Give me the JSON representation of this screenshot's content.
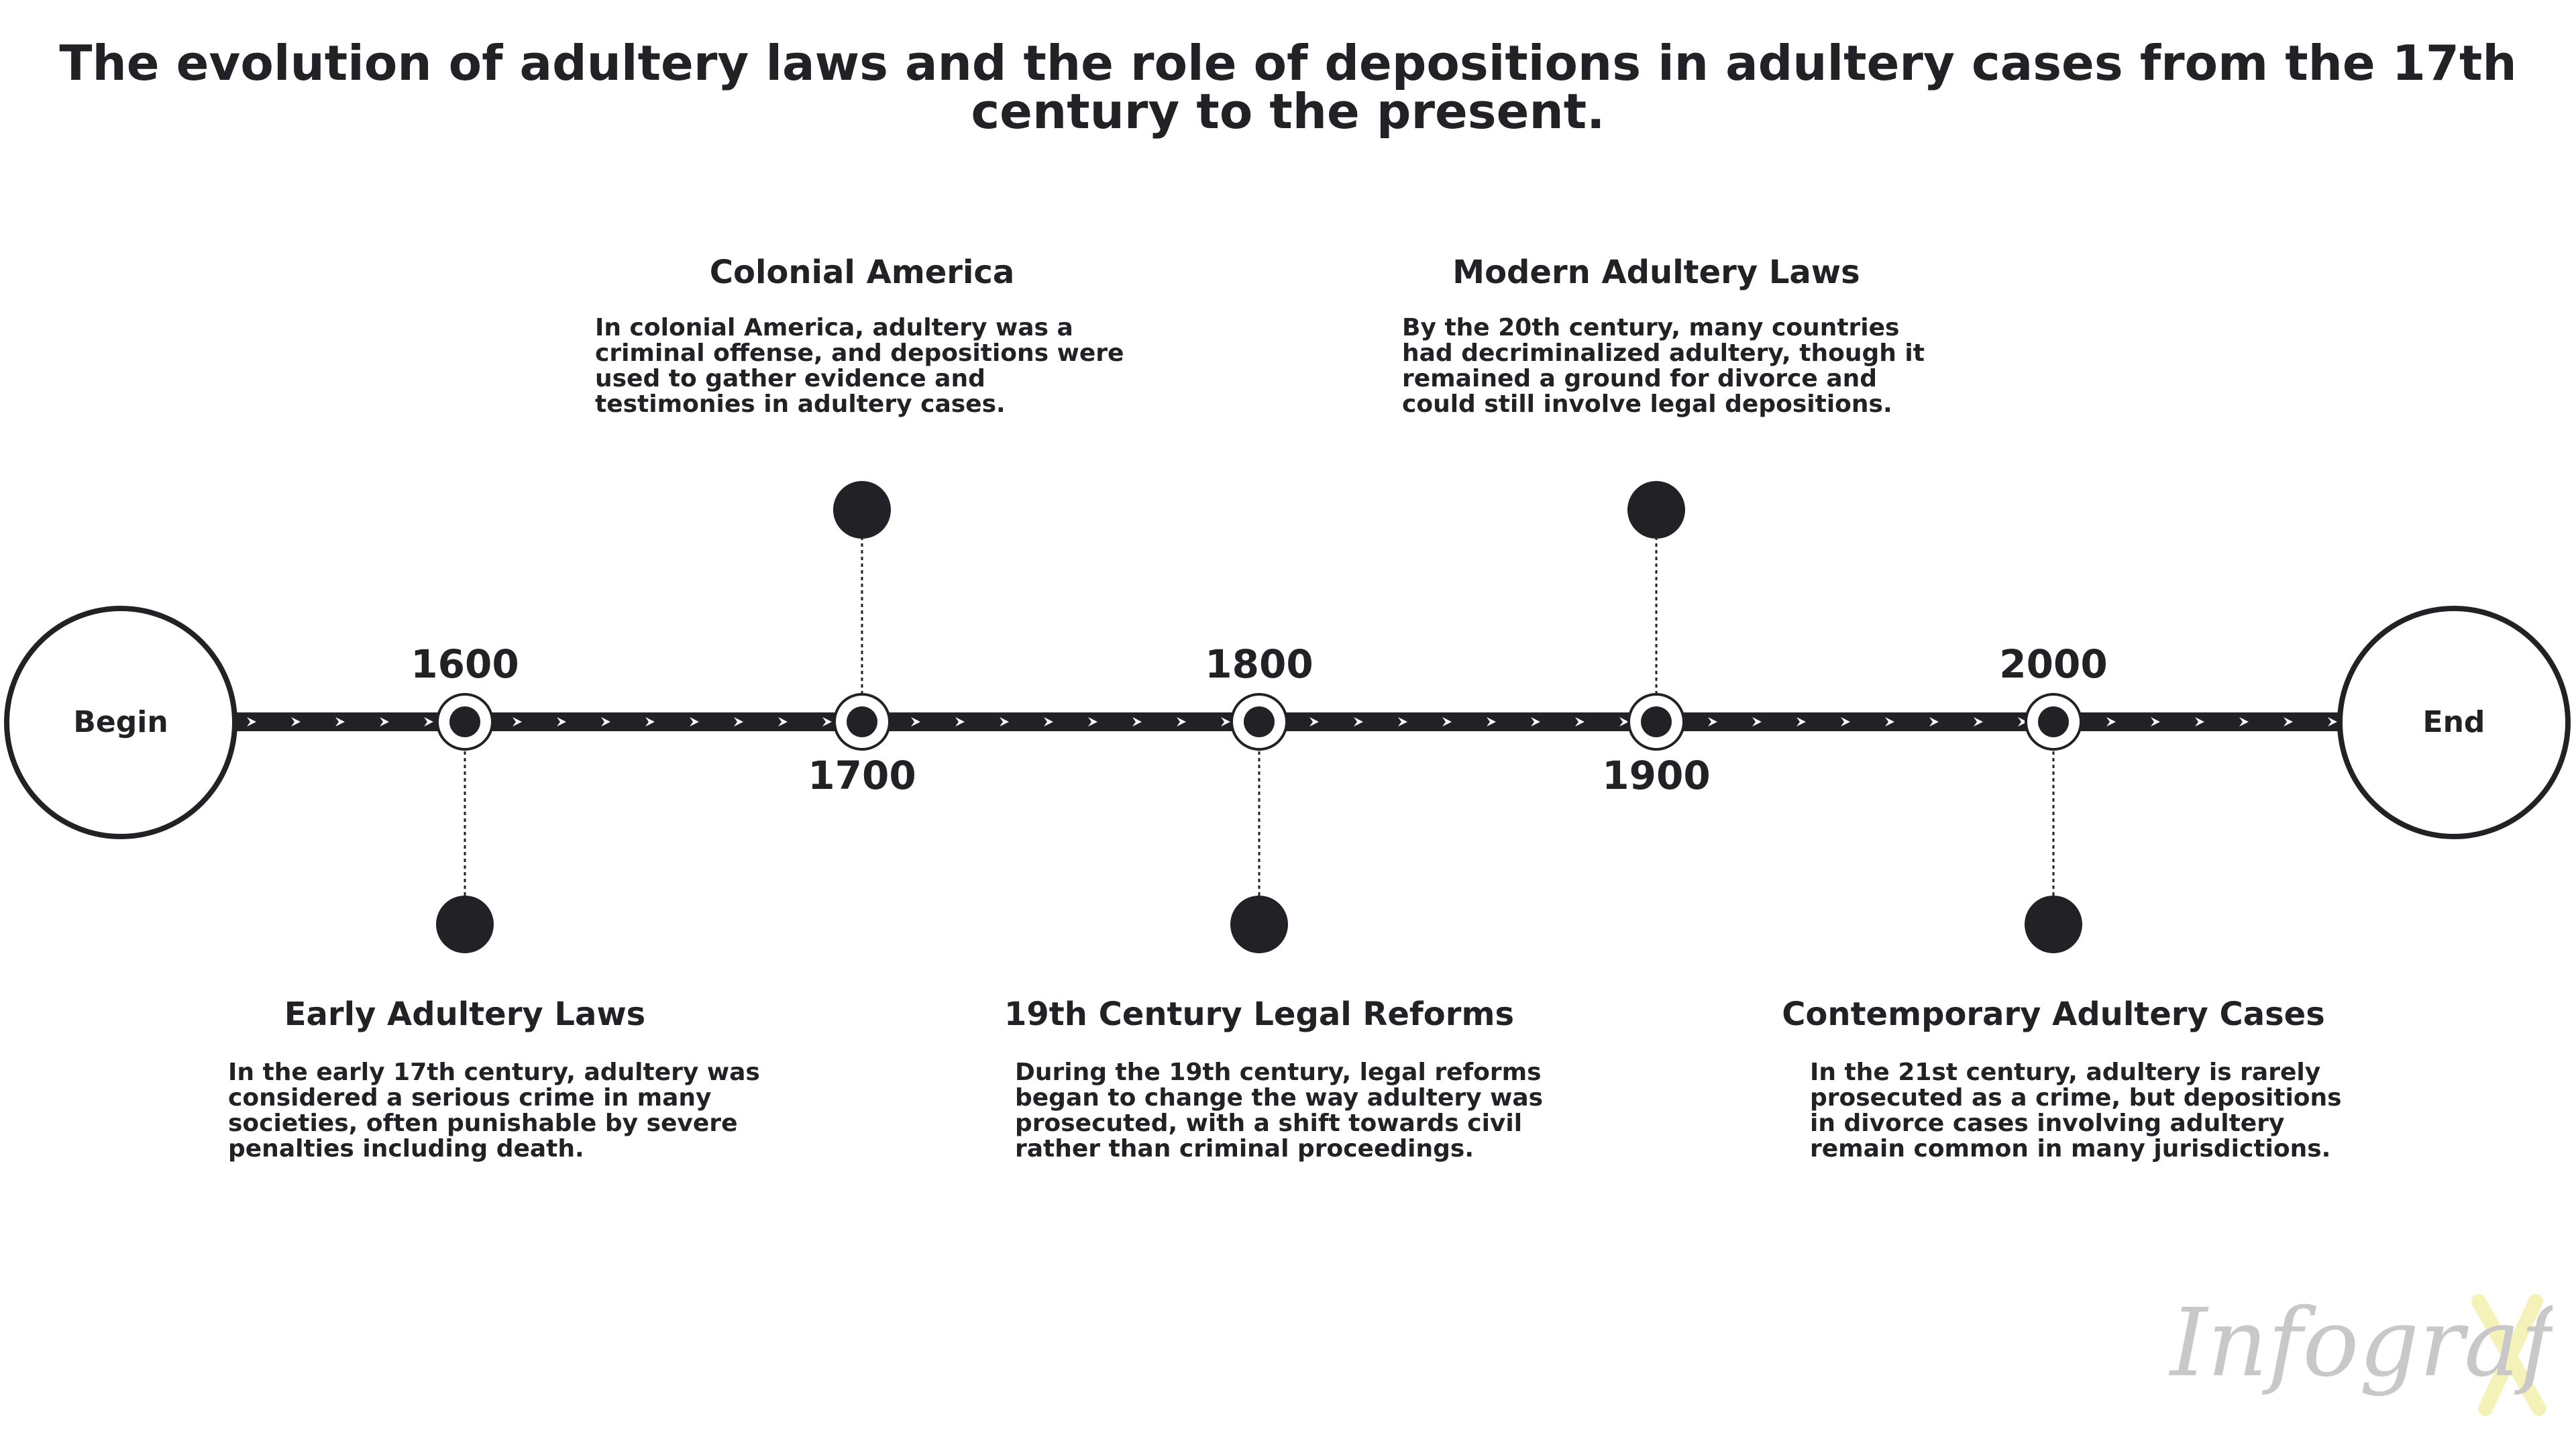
{
  "title": "The evolution of adultery laws and the role of depositions in adultery cases from the 17th century to the present.",
  "timeline": {
    "begin_label": "Begin",
    "end_label": "End",
    "years": [
      "1600",
      "1700",
      "1800",
      "1900",
      "2000"
    ],
    "events": [
      {
        "year": "1600",
        "title": "Early Adultery Laws",
        "description": "In the early 17th century, adultery was considered a serious crime in many societies, often punishable by severe penalties including death."
      },
      {
        "year": "1700",
        "title": "Colonial America",
        "description": "In colonial America, adultery was a criminal offense, and depositions were used to gather evidence and testimonies in adultery cases."
      },
      {
        "year": "1800",
        "title": "19th Century Legal Reforms",
        "description": "During the 19th century, legal reforms began to change the way adultery was prosecuted, with a shift towards civil rather than criminal proceedings."
      },
      {
        "year": "1900",
        "title": "Modern Adultery Laws",
        "description": "By the 20th century, many countries had decriminalized adultery, though it remained a ground for divorce and could still involve legal depositions."
      },
      {
        "year": "2000",
        "title": "Contemporary Adultery Cases",
        "description": "In the 21st century, adultery is rarely prosecuted as a crime, but depositions in divorce cases involving adultery remain common in many jurisdictions."
      }
    ]
  },
  "watermark": "Infografix",
  "colors": {
    "ink": "#222226",
    "background": "#ffffff",
    "watermark_text": "#c8c8c8",
    "watermark_accent": "#f4f2b8"
  }
}
